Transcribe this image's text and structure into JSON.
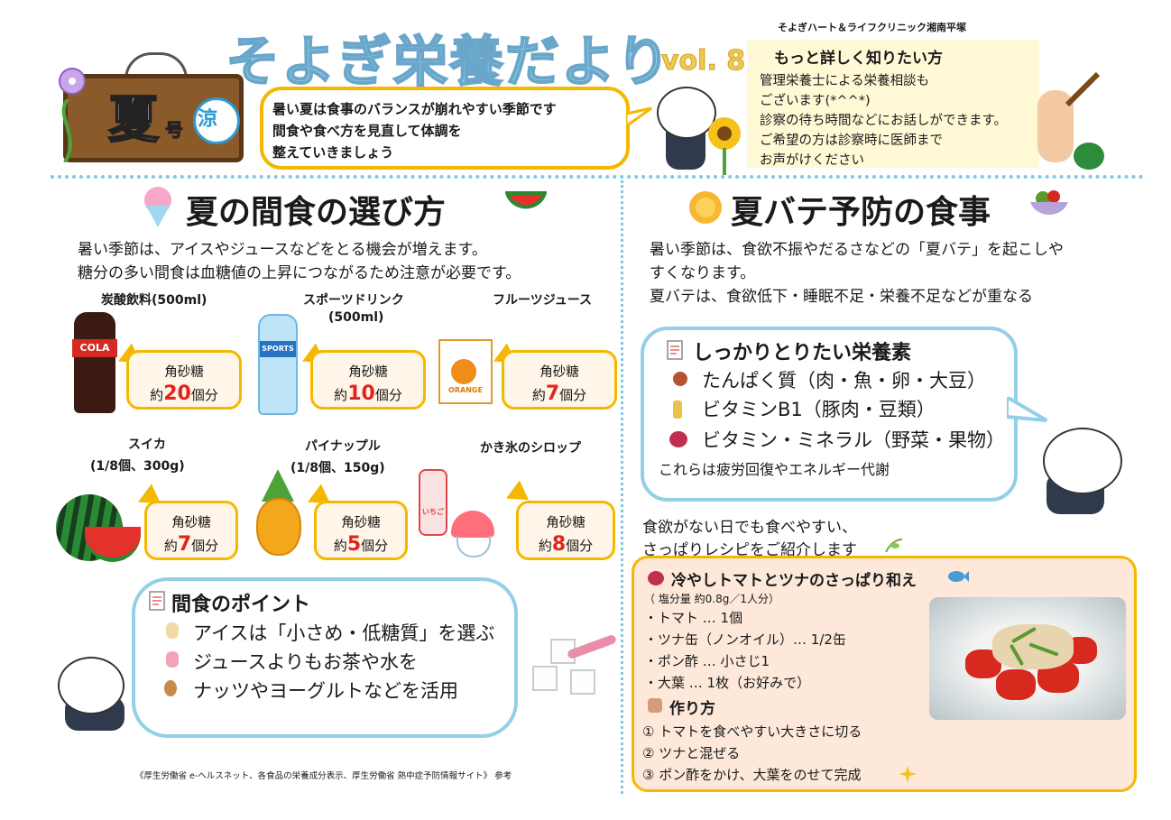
{
  "header": {
    "clinic": "そよぎハート＆ライフクリニック湘南平塚",
    "title": "そよぎ栄養だより",
    "volume": "vol. 8",
    "season_main": "夏",
    "season_sub": "号",
    "fan_char": "涼",
    "intro_lines": [
      "暑い夏は食事のバランスが崩れやすい季節です",
      "間食や食べ方を見直して体調を",
      "整えていきましょう"
    ]
  },
  "info": {
    "title": "もっと詳しく知りたい方",
    "lines": [
      "管理栄養士による栄養相談も",
      "ございます(*^^*)",
      "診察の待ち時間などにお話しができます。",
      "ご希望の方は診察時に医師まで",
      "お声がけください"
    ]
  },
  "snack": {
    "title": "夏の間食の選び方",
    "intro": [
      "暑い季節は、アイスやジュースなどをとる機会が増えます。",
      "糖分の多い間食は血糖値の上昇につながるため注意が必要です。"
    ],
    "items": [
      {
        "label1": "炭酸飲料(500ml)",
        "label2": "",
        "sugar_top": "角砂糖",
        "prefix": "約",
        "num": "20",
        "suffix": "個分"
      },
      {
        "label1": "スポーツドリンク",
        "label2": "(500ml)",
        "sugar_top": "角砂糖",
        "prefix": "約",
        "num": "10",
        "suffix": "個分"
      },
      {
        "label1": "フルーツジュース",
        "label2": "",
        "sugar_top": "角砂糖",
        "prefix": "約",
        "num": "7",
        "suffix": "個分"
      },
      {
        "label1": "スイカ",
        "label2": "(1/8個、300g)",
        "sugar_top": "角砂糖",
        "prefix": "約",
        "num": "7",
        "suffix": "個分"
      },
      {
        "label1": "パイナップル",
        "label2": "(1/8個、150g)",
        "sugar_top": "角砂糖",
        "prefix": "約",
        "num": "5",
        "suffix": "個分"
      },
      {
        "label1": "かき氷のシロップ",
        "label2": "",
        "sugar_top": "角砂糖",
        "prefix": "約",
        "num": "8",
        "suffix": "個分"
      }
    ],
    "illus_labels": {
      "cola": "COLA",
      "sports": "SPORTS",
      "juice": "ORANGE",
      "syrup": "いちご"
    },
    "point_title": "間食のポイント",
    "points": [
      "アイスは「小さめ・低糖質」を選ぶ",
      "ジュースよりもお茶や水を",
      "ナッツやヨーグルトなどを活用"
    ],
    "source": "《厚生労働省 e-ヘルスネット、各食品の栄養成分表示、厚生労働省 熱中症予防情報サイト》 参考"
  },
  "prevention": {
    "title": "夏バテ予防の食事",
    "intro": [
      "暑い季節は、食欲不振やだるさなどの「夏バテ」を起こしや",
      "すくなります。",
      "夏バテは、食欲低下・睡眠不足・栄養不足などが重なる"
    ],
    "nutrient_title": "しっかりとりたい栄養素",
    "nutrients": [
      "たんぱく質（肉・魚・卵・大豆）",
      "ビタミンB1（豚肉・豆類）",
      "ビタミン・ミネラル（野菜・果物）"
    ],
    "nutrient_note": "これらは疲労回復やエネルギー代謝",
    "recipe_intro": [
      "食欲がない日でも食べやすい、",
      "さっぱりレシピをご紹介します"
    ],
    "recipe": {
      "title": "冷やしトマトとツナのさっぱり和え",
      "salt": "（ 塩分量 約0.8g／1人分）",
      "ingredients": [
        "・トマト … 1個",
        "・ツナ缶（ノンオイル）… 1/2缶",
        "・ポン酢 … 小さじ1",
        "・大葉 … 1枚（お好みで）"
      ],
      "steps_title": "作り方",
      "steps": [
        "① トマトを食べやすい大きさに切る",
        "② ツナと混ぜる",
        "③ ポン酢をかけ、大葉をのせて完成"
      ]
    }
  }
}
